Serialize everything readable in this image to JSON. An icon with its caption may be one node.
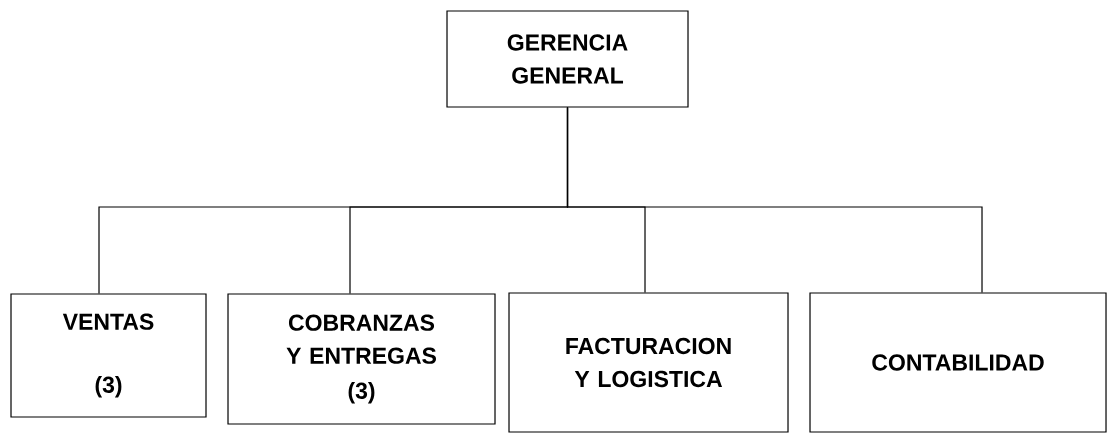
{
  "diagram": {
    "nodes": [
      {
        "text": [
          "GERENCIA GENERAL"
        ]
      },
      {
        "text": [
          "VENTAS",
          "(3)"
        ]
      },
      {
        "text": [
          "COBRANZAS Y ENTREGAS",
          "(3)"
        ]
      },
      {
        "text": [
          "FACTURACION Y LOGISTICA"
        ]
      },
      {
        "text": [
          "CONTABILIDAD"
        ]
      }
    ],
    "edges": [
      {
        "from": 0,
        "to": 1,
        "arrow": "none"
      },
      {
        "from": 0,
        "to": 2,
        "arrow": "none"
      },
      {
        "from": 0,
        "to": 3,
        "arrow": "none"
      },
      {
        "from": 0,
        "to": 4,
        "arrow": "none"
      }
    ]
  }
}
